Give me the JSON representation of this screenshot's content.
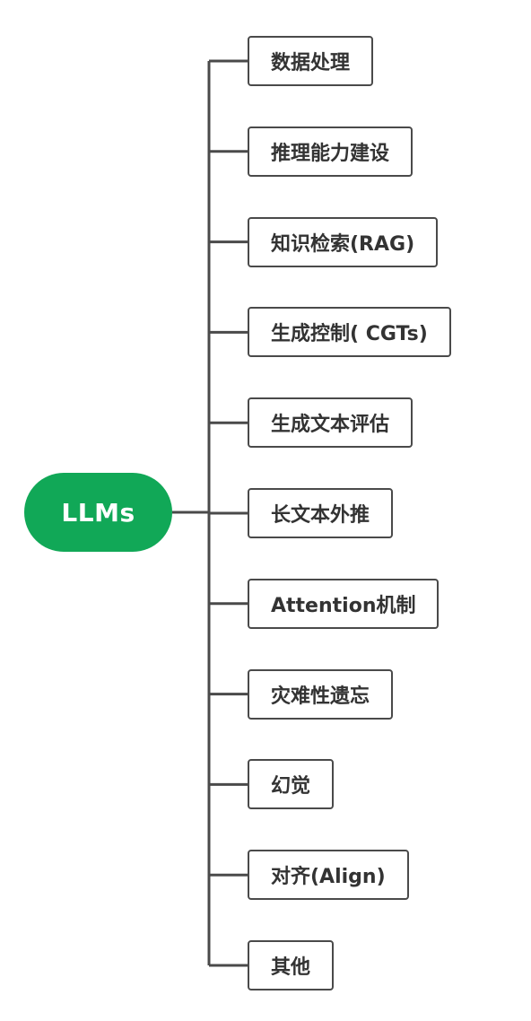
{
  "root": {
    "label": "LLMs",
    "color": "#11a857"
  },
  "line_color": "#4a4a4a",
  "children": [
    {
      "label": "数据处理"
    },
    {
      "label": "推理能力建设"
    },
    {
      "label": "知识检索(RAG)"
    },
    {
      "label": "生成控制( CGTs)"
    },
    {
      "label": "生成文本评估"
    },
    {
      "label": "长文本外推"
    },
    {
      "label": "Attention机制"
    },
    {
      "label": "灾难性遗忘"
    },
    {
      "label": "幻觉"
    },
    {
      "label": "对齐(Align)"
    },
    {
      "label": "其他"
    }
  ]
}
